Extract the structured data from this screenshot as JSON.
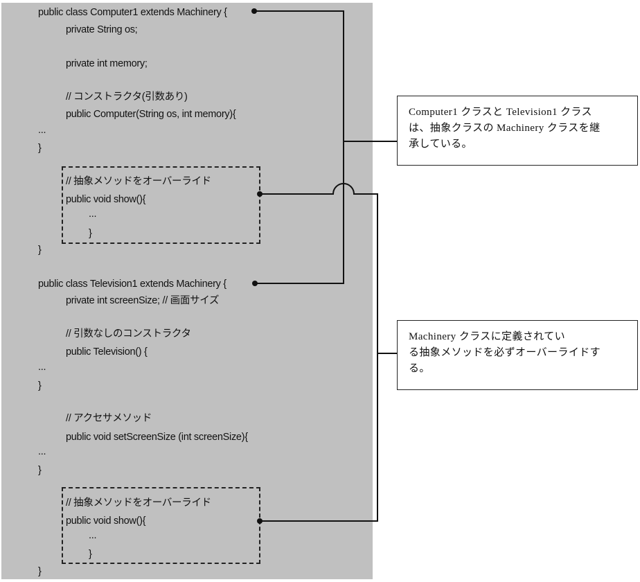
{
  "code": {
    "computer_class": {
      "declaration": "public class Computer1 extends Machinery {",
      "field_os": "private String os;",
      "field_memory": "private int memory;",
      "constructor_comment": "// コンストラクタ(引数あり)",
      "constructor_signature": "public Computer(String os, int memory){",
      "constructor_body": "...",
      "constructor_close": "}",
      "override": {
        "comment": "// 抽象メソッドをオーバーライド",
        "signature": "public void show(){",
        "body": "...",
        "close": "}"
      },
      "class_close": "}"
    },
    "television_class": {
      "declaration": "public class Television1 extends Machinery {",
      "field_screen_size": "private int screenSize; // 画面サイズ",
      "constructor_comment": "// 引数なしのコンストラクタ",
      "constructor_signature": "public Television() {",
      "constructor_body": "...",
      "constructor_close": "}",
      "accessor_comment": "// アクセサメソッド",
      "accessor_signature": "public void setScreenSize (int screenSize){",
      "accessor_body": "...",
      "accessor_close": "}",
      "override": {
        "comment": "// 抽象メソッドをオーバーライド",
        "signature": "public void show(){",
        "body": "...",
        "close": "}"
      },
      "class_close": "}"
    }
  },
  "callouts": {
    "inheritance": {
      "lines": [
        "Computer1 クラスと Television1 クラス",
        "は、抽象クラスの Machinery クラスを継",
        "承している。"
      ]
    },
    "override": {
      "lines": [
        "Machinery クラスに定義されてい",
        "る抽象メソッドを必ずオーバーライドす",
        "る。"
      ]
    }
  },
  "colors": {
    "code_background": "#c0c0c0",
    "line_color": "#111111",
    "callout_background": "#ffffff"
  }
}
